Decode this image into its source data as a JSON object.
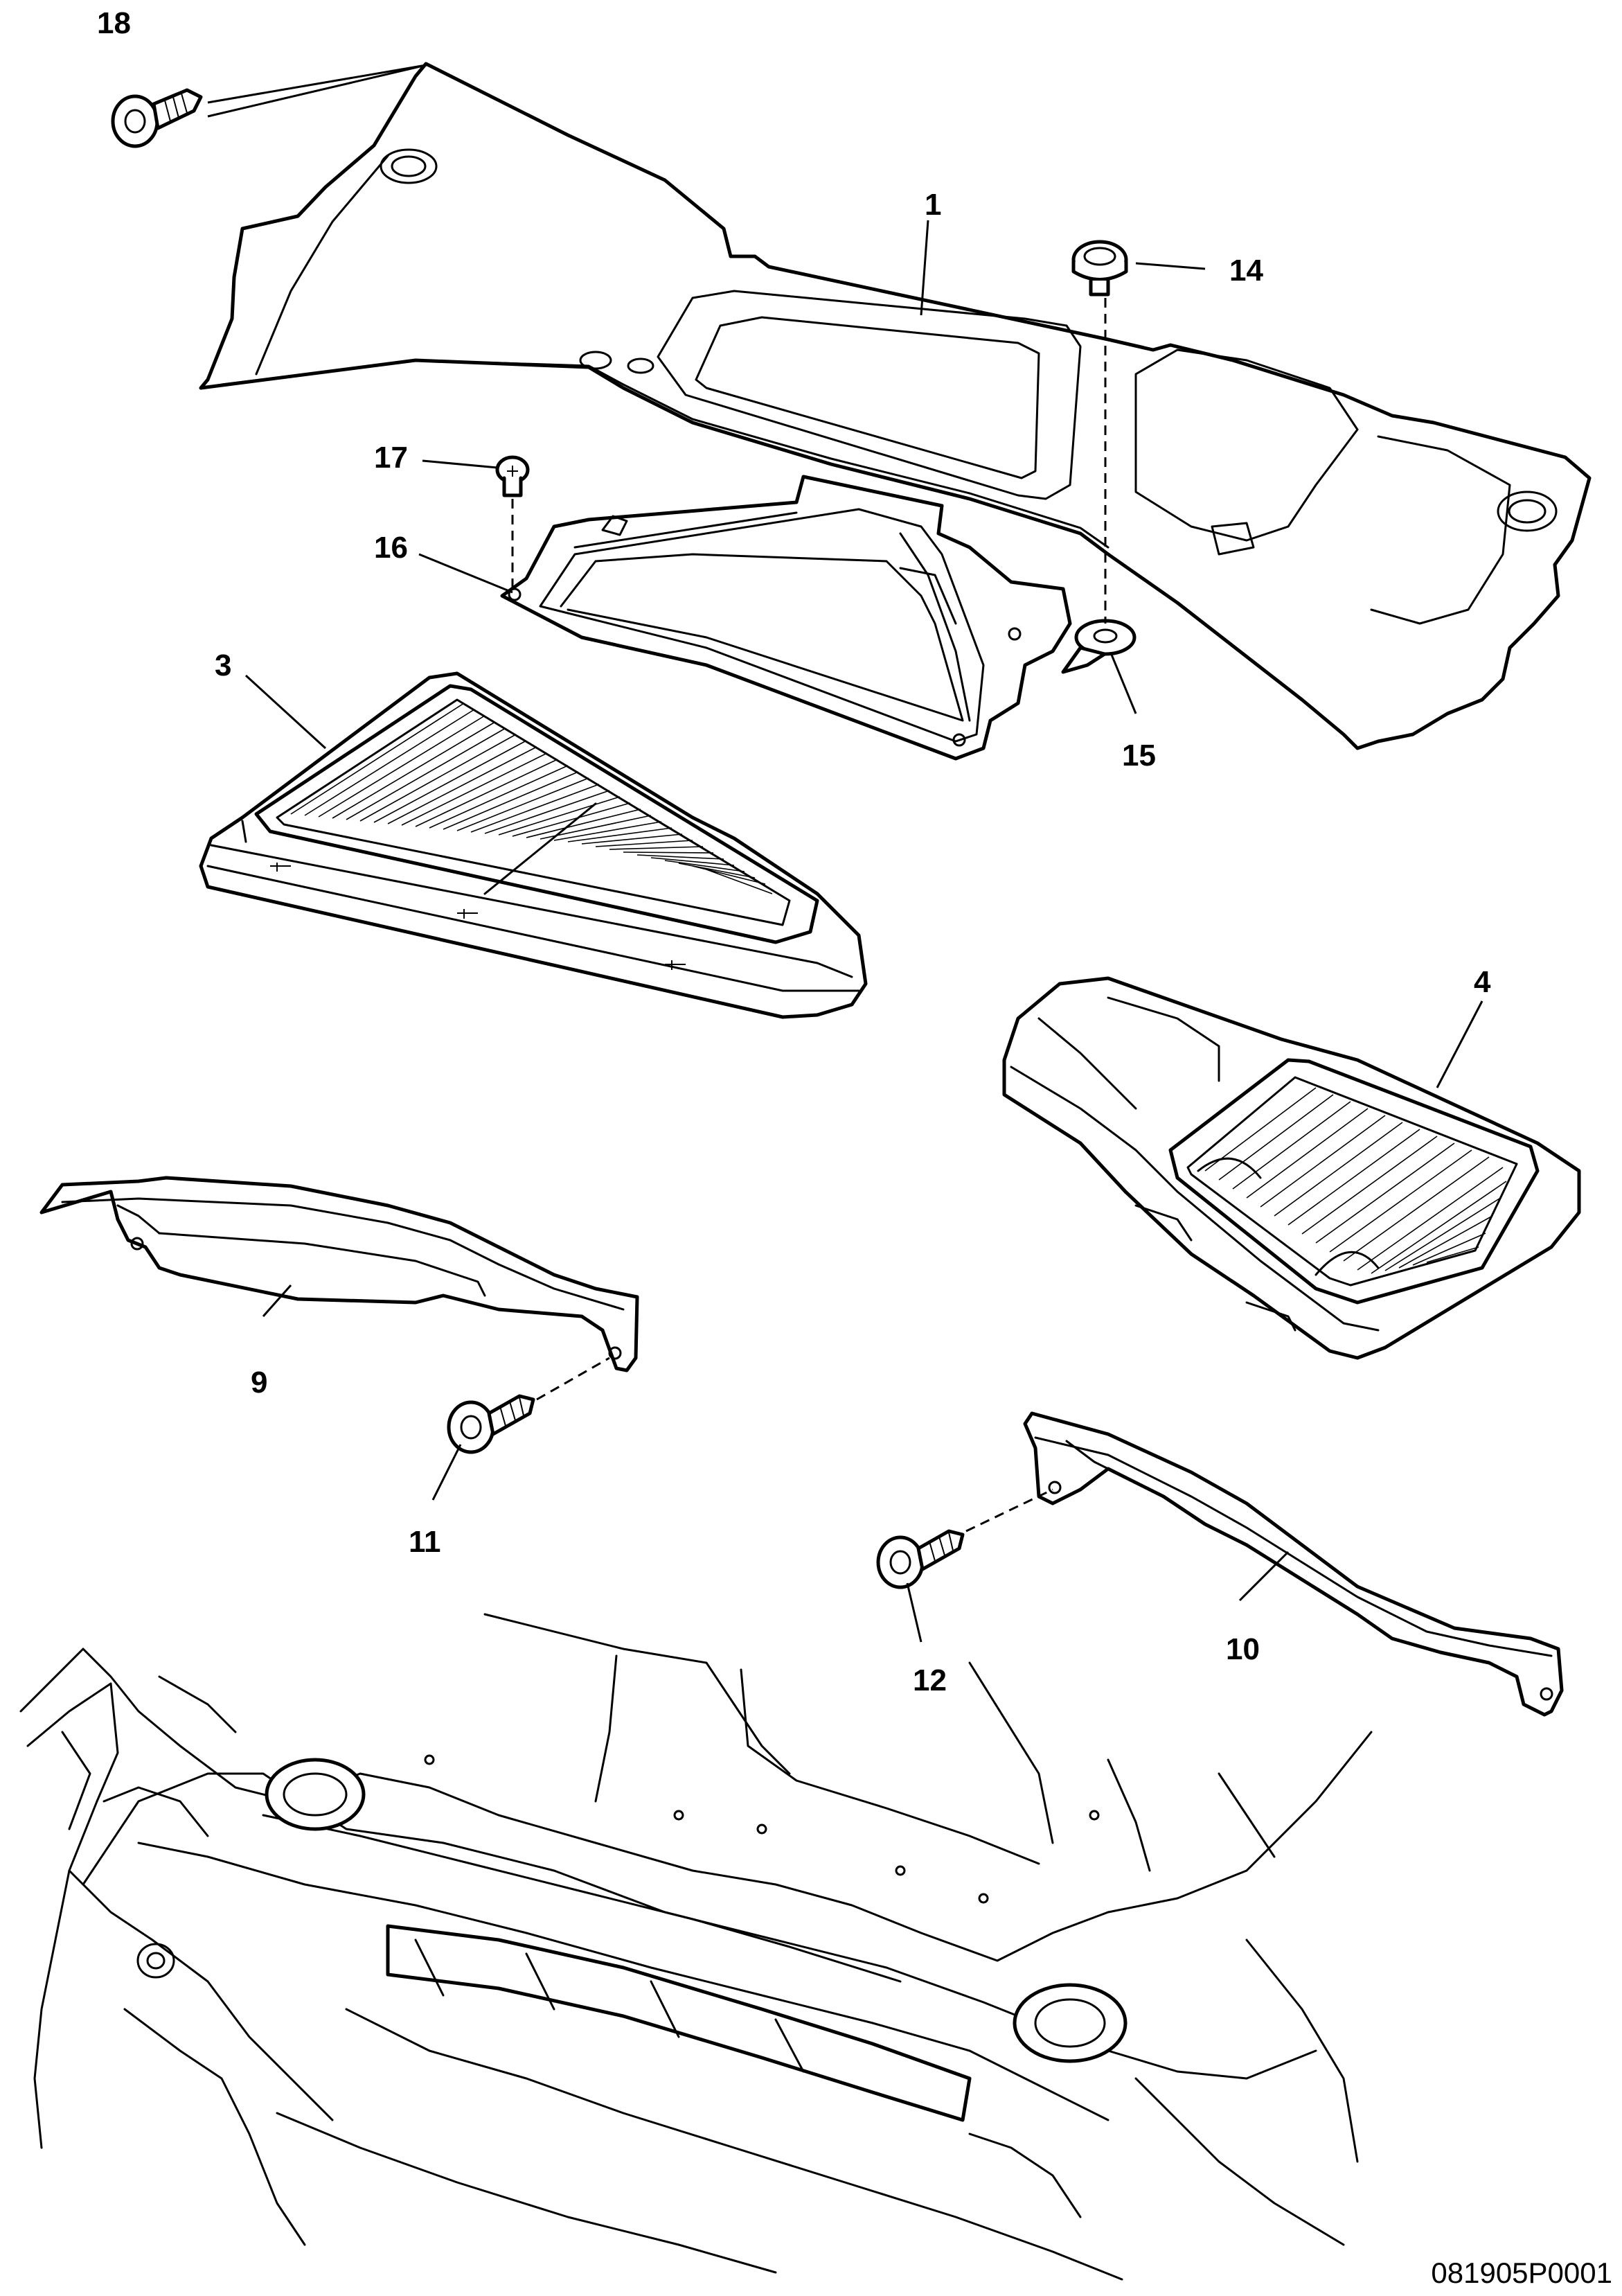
{
  "diagram": {
    "reference_code": "081905P0001",
    "callouts": {
      "c1": "1",
      "c3": "3",
      "c4": "4",
      "c9": "9",
      "c10": "10",
      "c11": "11",
      "c12": "12",
      "c14": "14",
      "c15": "15",
      "c16": "16",
      "c17": "17",
      "c18": "18"
    }
  }
}
